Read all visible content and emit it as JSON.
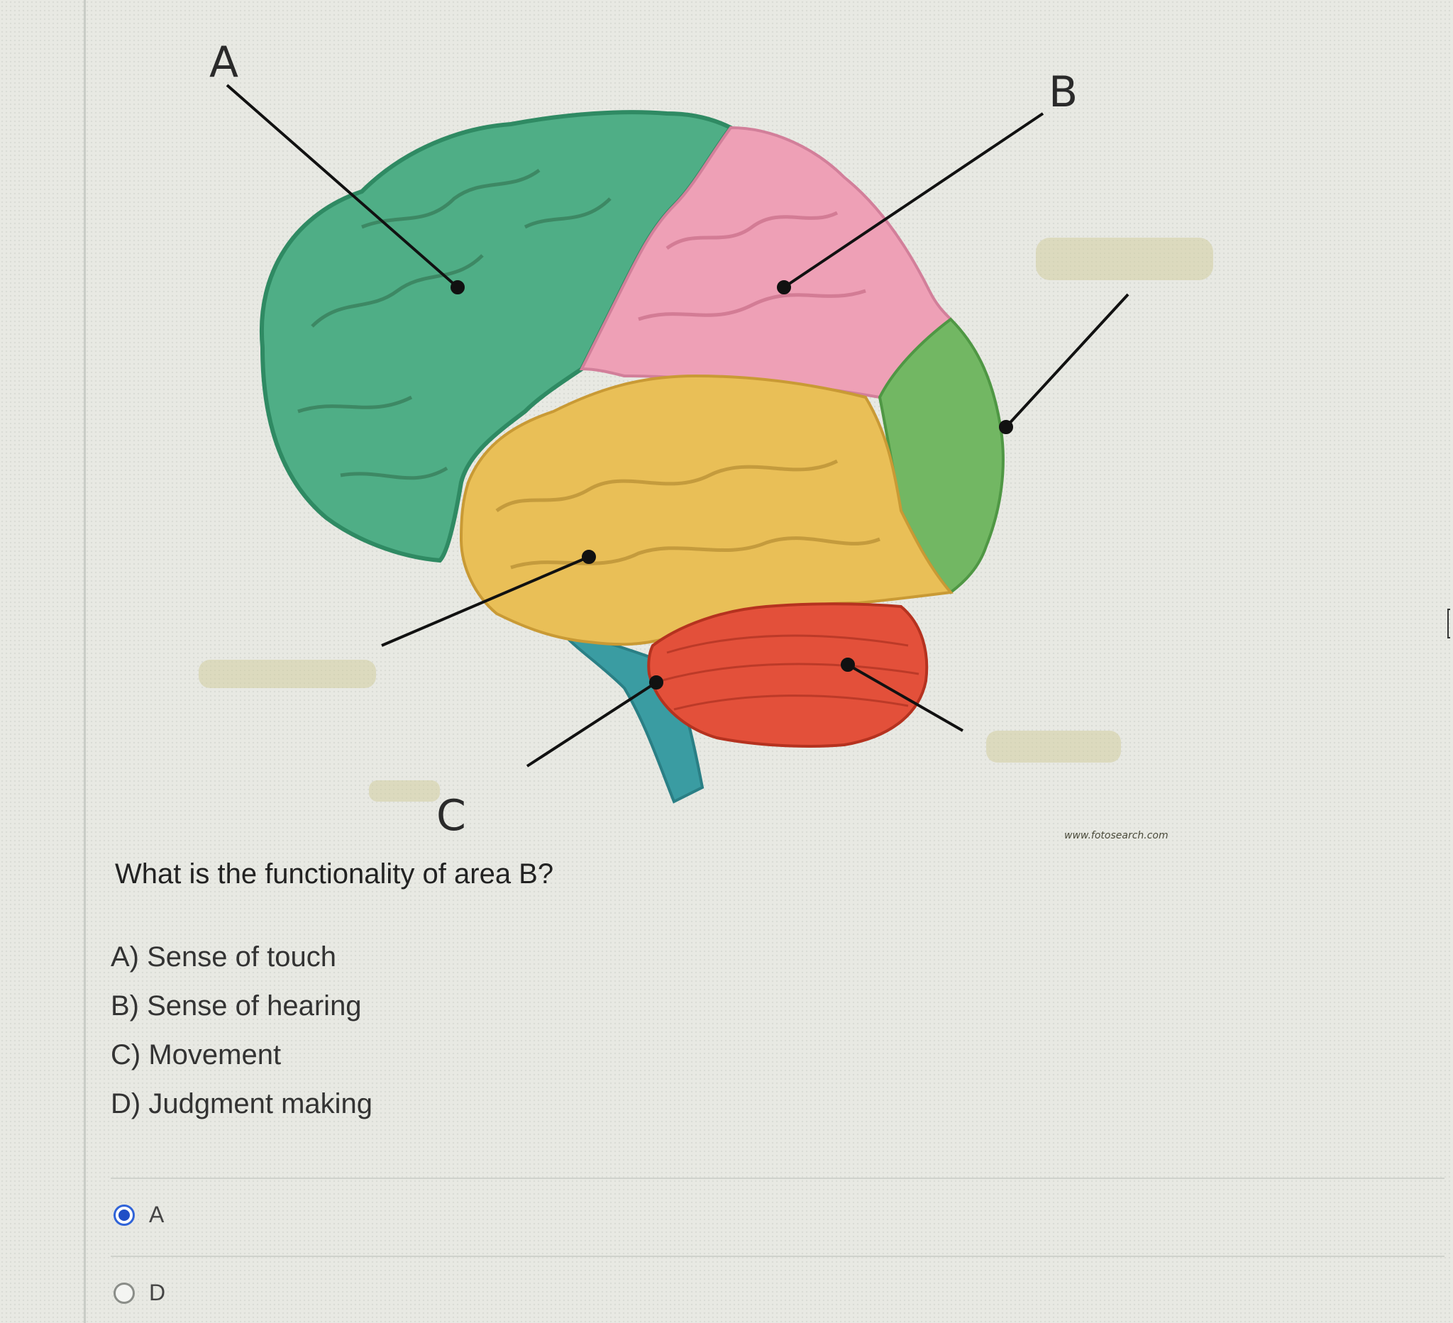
{
  "diagram": {
    "labels": {
      "a": "A",
      "b": "B",
      "c": "C"
    },
    "watermark": "www.fotosearch.com",
    "colors": {
      "frontal": "#4fae86",
      "parietal": "#eea0b6",
      "temporal": "#e9bf57",
      "occipital": "#72b763",
      "cerebellum": "#e3503a",
      "brainstem": "#3a9ca2"
    }
  },
  "question": {
    "text": "What is the functionality of area B?",
    "options": [
      "A) Sense of touch",
      "B) Sense of hearing",
      "C) Movement",
      "D) Judgment making"
    ]
  },
  "answers": [
    {
      "label": "A",
      "selected": true
    },
    {
      "label": "D",
      "selected": false
    }
  ]
}
